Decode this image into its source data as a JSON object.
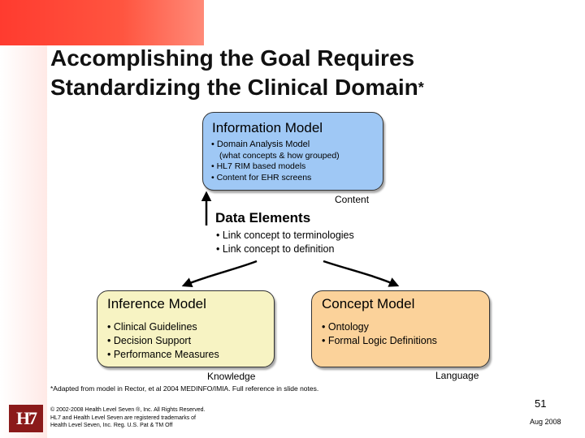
{
  "slide": {
    "title_line1": "Accomplishing the Goal Requires",
    "title_line2": "Standardizing the Clinical Domain",
    "title_star": "*"
  },
  "information_model": {
    "heading": "Information Model",
    "items": [
      "• Domain Analysis Model",
      "(what concepts & how grouped)",
      "• HL7 RIM based models",
      "• Content for EHR screens"
    ]
  },
  "content_label": "Content",
  "data_elements": {
    "heading": "Data Elements",
    "items": [
      "• Link concept to terminologies",
      "• Link concept to definition"
    ]
  },
  "inference_model": {
    "heading": "Inference Model",
    "items": [
      "• Clinical Guidelines",
      "• Decision Support",
      "• Performance Measures"
    ]
  },
  "concept_model": {
    "heading": "Concept Model",
    "items": [
      "• Ontology",
      "• Formal Logic Definitions"
    ]
  },
  "knowledge_label": "Knowledge",
  "language_label": "Language",
  "footnote": "*Adapted from model in Rector, et al 2004 MEDINFO/IMIA. Full reference in slide notes.",
  "copyright": [
    "© 2002-2008 Health Level Seven ®, Inc. All Rights Reserved.",
    "HL7 and Health Level Seven are registered trademarks of",
    "Health Level Seven, Inc. Reg. U.S. Pat & TM Off"
  ],
  "slide_number": "51",
  "date": "Aug 2008",
  "logo_text": "H7",
  "colors": {
    "accent_red": "#ff3b2f",
    "information_box": "#9fc8f5",
    "inference_box": "#f7f3c3",
    "concept_box": "#fbd29a"
  }
}
